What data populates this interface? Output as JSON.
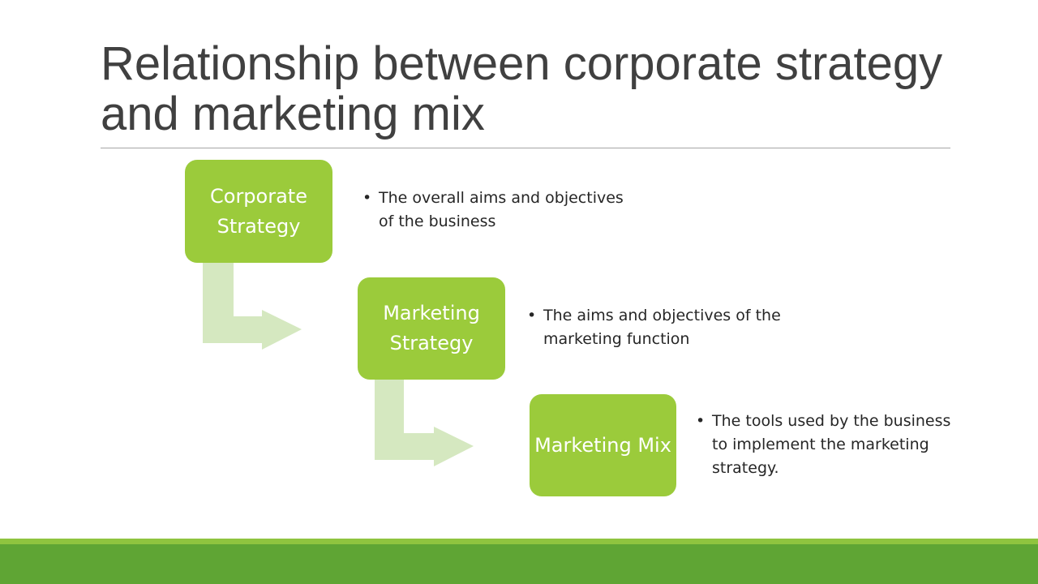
{
  "slide": {
    "title": "Relationship between corporate strategy and marketing mix"
  },
  "steps": [
    {
      "label": "Corporate Strategy",
      "description": "The overall aims and objectives of the business"
    },
    {
      "label": "Marketing Strategy",
      "description": "The aims and objectives of the marketing function"
    },
    {
      "label": "Marketing Mix",
      "description": "The tools used by the business to implement the marketing strategy."
    }
  ],
  "bullet": "•",
  "colors": {
    "box_fill": "#9bcb3b",
    "arrow_fill": "#d5e8c0",
    "footer_light": "#8fc43f",
    "footer_dark": "#5fa534",
    "title_text": "#404040"
  }
}
